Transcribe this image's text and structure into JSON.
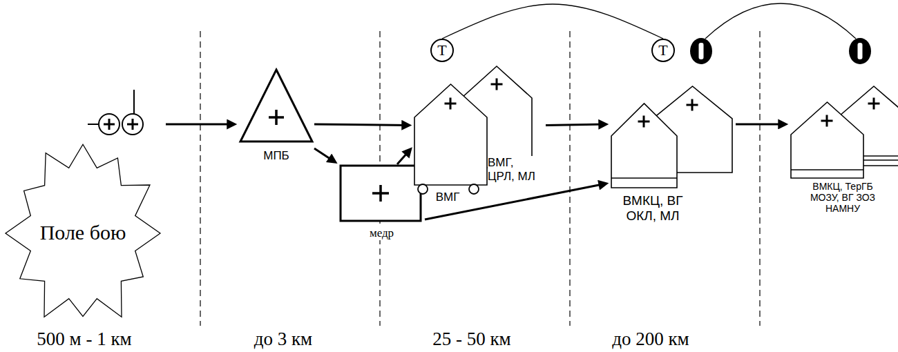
{
  "diagram": {
    "nodes": [
      {
        "text": [
          "Поле бою"
        ]
      },
      {
        "text": [
          "МПБ"
        ]
      },
      {
        "text": [
          "медр"
        ]
      },
      {
        "text": [
          "ВМГ",
          "ВМГ, ЦРЛ, МЛ"
        ]
      },
      {
        "text": [
          "Т"
        ]
      },
      {
        "text": [
          "ВМКЦ, ВГ ОКЛ, МЛ"
        ]
      },
      {
        "text": [
          "Т"
        ]
      },
      {
        "text": [
          "ВМКЦ, ТерГБ МОЗУ, ВГ ЗОЗ НАМНУ"
        ]
      }
    ],
    "edges": [
      {
        "from": 0,
        "to": 1,
        "arrow": "to"
      },
      {
        "from": 1,
        "to": 3,
        "arrow": "to"
      },
      {
        "from": 1,
        "to": 2,
        "arrow": "to"
      },
      {
        "from": 2,
        "to": 3,
        "arrow": "to"
      },
      {
        "from": 2,
        "to": 5,
        "arrow": "to"
      },
      {
        "from": 3,
        "to": 5,
        "arrow": "to"
      },
      {
        "from": 5,
        "to": 7,
        "arrow": "to"
      },
      {
        "from": 4,
        "to": 6,
        "arrow": "none"
      }
    ],
    "labels": [
      "500 м - 1 км",
      "до 3 км",
      "25 - 50 км",
      "до 200 км"
    ]
  }
}
